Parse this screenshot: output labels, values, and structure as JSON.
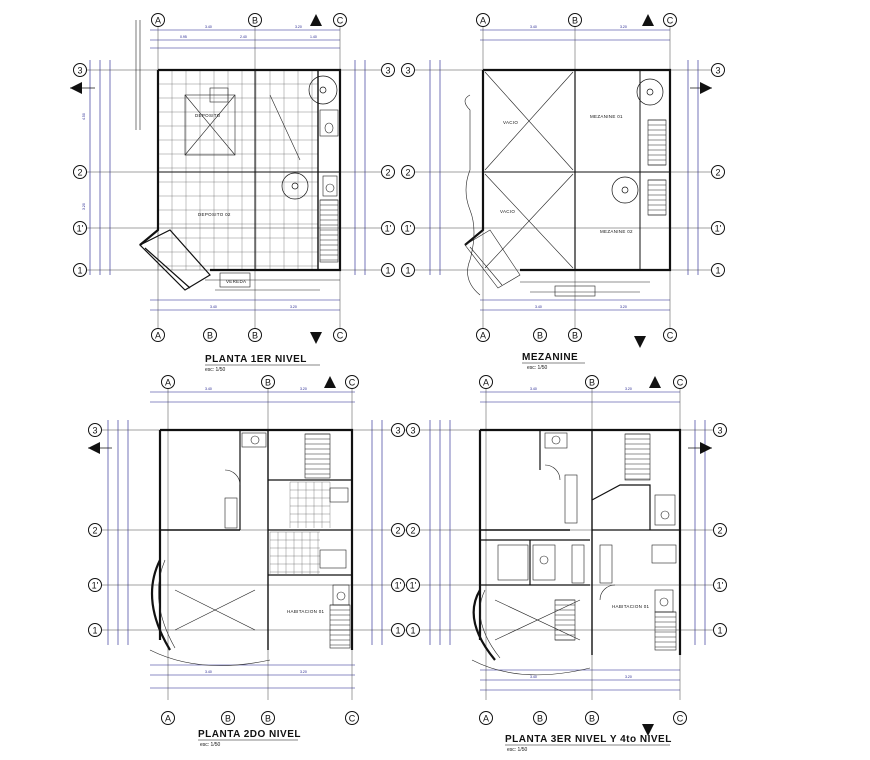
{
  "plans": [
    {
      "id": "p1",
      "title": "PLANTA 1ER NIVEL",
      "scale": "esc: 1/50",
      "top_axes": [
        "A",
        "B",
        "C"
      ],
      "bottom_axes": [
        "A",
        "B",
        "B",
        "C"
      ],
      "row_axes": [
        "3",
        "2",
        "1'",
        "1"
      ],
      "rooms": [
        "DEPOSITO",
        "DEPOSITO 02",
        "VEREDA"
      ]
    },
    {
      "id": "p2",
      "title": "MEZANINE",
      "scale": "esc: 1/50",
      "top_axes": [
        "A",
        "B",
        "C"
      ],
      "bottom_axes": [
        "A",
        "B",
        "B",
        "C"
      ],
      "row_axes": [
        "3",
        "2",
        "1'",
        "1"
      ],
      "rooms": [
        "VACIO",
        "MEZANINE 01",
        "VACIO",
        "MEZANINE 02"
      ]
    },
    {
      "id": "p3",
      "title": "PLANTA 2DO NIVEL",
      "scale": "esc: 1/50",
      "top_axes": [
        "A",
        "B",
        "C"
      ],
      "bottom_axes": [
        "A",
        "B",
        "B",
        "C"
      ],
      "row_axes": [
        "3",
        "2",
        "1'",
        "1"
      ],
      "rooms": [
        "HABITACION 01"
      ]
    },
    {
      "id": "p4",
      "title": "PLANTA 3ER NIVEL Y 4to NIVEL",
      "scale": "esc: 1/50",
      "top_axes": [
        "A",
        "B",
        "C"
      ],
      "bottom_axes": [
        "A",
        "B",
        "B",
        "C"
      ],
      "row_axes": [
        "3",
        "2",
        "1'",
        "1"
      ],
      "rooms": [
        "HABITACION 01"
      ]
    }
  ]
}
